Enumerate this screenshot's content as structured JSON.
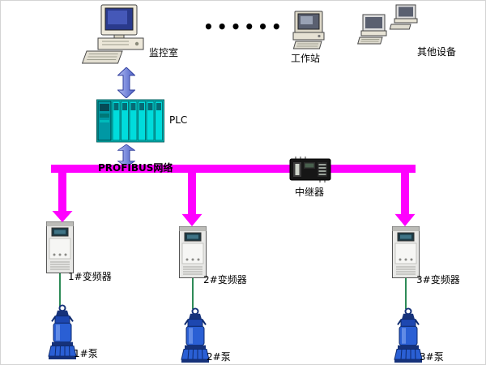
{
  "diagram": {
    "top_row": {
      "monitor_room_label": "监控室",
      "dots": "••••••",
      "workstation_label": "工作站",
      "other_devices_label": "其他设备"
    },
    "plc_label": "PLC",
    "bus_label": "PROFIBUS网络",
    "repeater_label": "中继器",
    "vfds": [
      {
        "label": "1#变频器"
      },
      {
        "label": "2#变频器"
      },
      {
        "label": "3#变频器"
      }
    ],
    "pumps": [
      {
        "label": "1#泵"
      },
      {
        "label": "2#泵"
      },
      {
        "label": "3#泵"
      }
    ],
    "colors": {
      "bus": "#ff00ff",
      "arrow": "#6b7ed8",
      "plc": "#00c2c2",
      "pump": "#2a5fd4",
      "link": "#2e8b57"
    }
  }
}
